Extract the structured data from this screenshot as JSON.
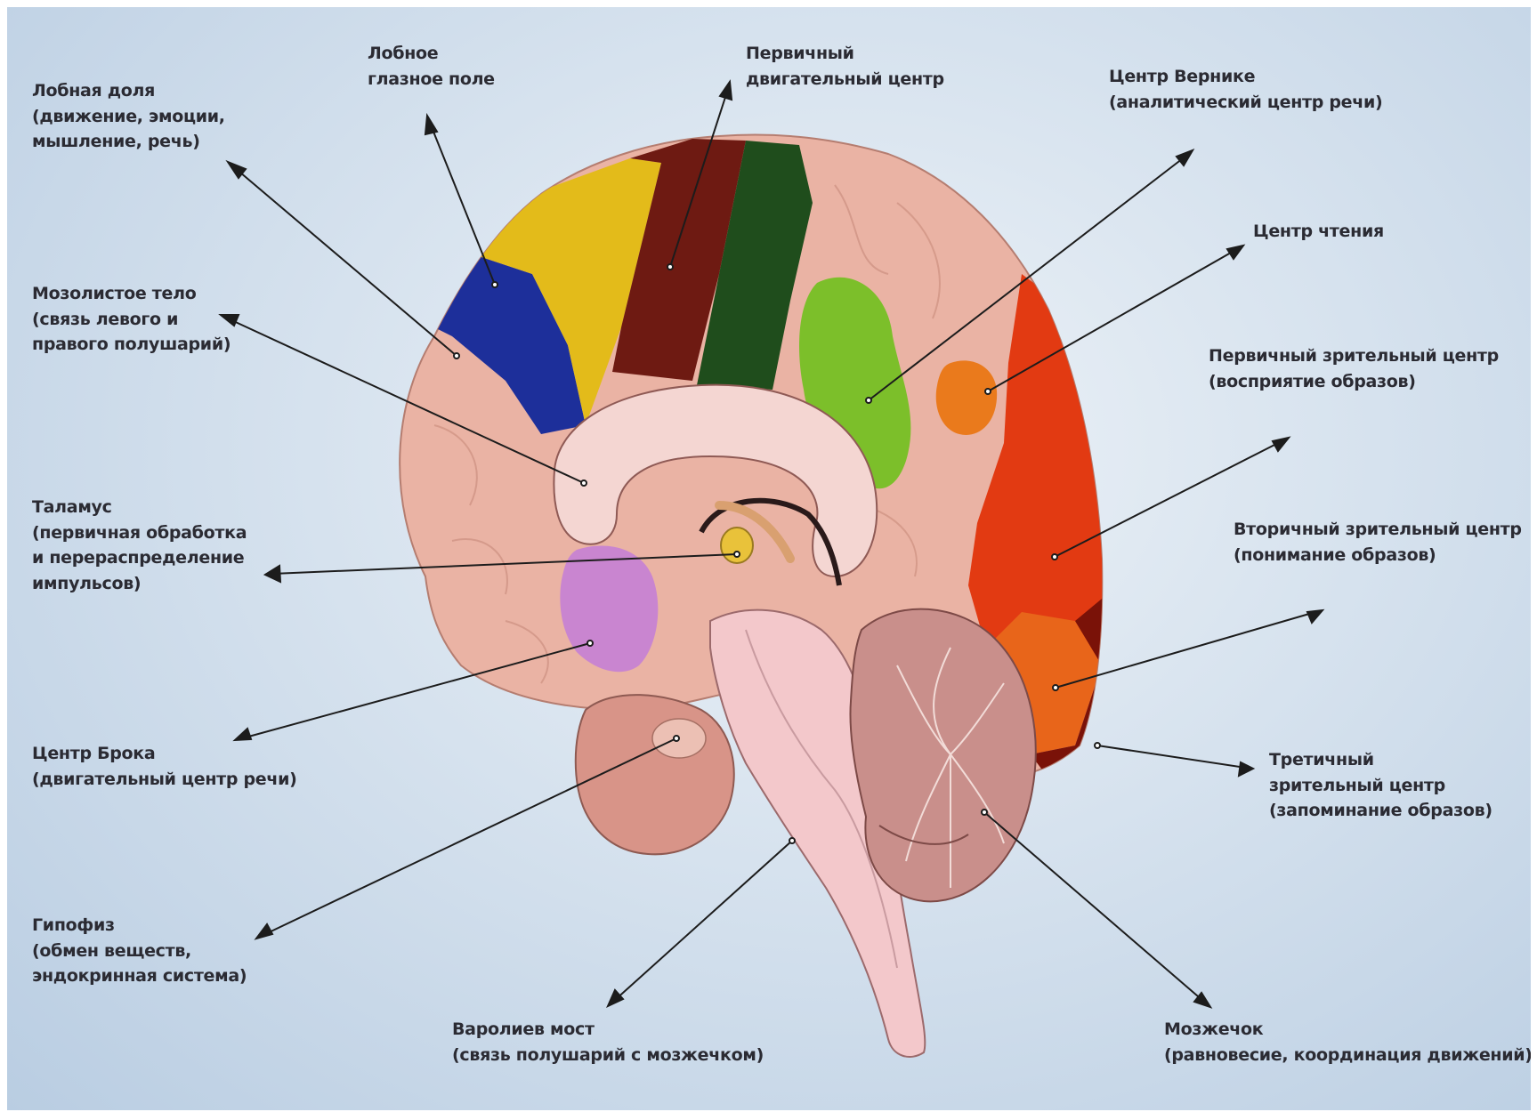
{
  "labels": {
    "frontal_lobe": {
      "lines": [
        "Лобная доля",
        "(движение, эмоции,",
        "мышление, речь)"
      ]
    },
    "frontal_eye_field": {
      "lines": [
        "Лобное",
        "глазное поле"
      ]
    },
    "primary_motor": {
      "lines": [
        "Первичный",
        "двигательный центр"
      ]
    },
    "wernicke": {
      "lines": [
        "Центр Вернике",
        "(аналитический центр речи)"
      ]
    },
    "reading": {
      "lines": [
        "Центр чтения"
      ]
    },
    "corpus_callosum": {
      "lines": [
        "Мозолистое тело",
        "(связь левого и",
        "правого полушарий)"
      ]
    },
    "primary_visual": {
      "lines": [
        "Первичный зрительный центр",
        "(восприятие образов)"
      ]
    },
    "thalamus": {
      "lines": [
        "Таламус",
        "(первичная обработка",
        "и перераспределение",
        "импульсов)"
      ]
    },
    "secondary_visual": {
      "lines": [
        "Вторичный зрительный центр",
        "(понимание образов)"
      ]
    },
    "broca": {
      "lines": [
        "Центр Брока",
        "(двигательный центр речи)"
      ]
    },
    "tertiary_visual": {
      "lines": [
        "Третичный",
        "зрительный центр",
        "(запоминание образов)"
      ]
    },
    "pituitary": {
      "lines": [
        "Гипофиз",
        "(обмен веществ,",
        "эндокринная система)"
      ]
    },
    "pons": {
      "lines": [
        "Варолиев мост",
        "(связь полушарий с мозжечком)"
      ]
    },
    "cerebellum": {
      "lines": [
        "Мозжечок",
        "(равновесие, координация движений)"
      ]
    }
  },
  "colors": {
    "brain_base": "#eab3a4",
    "frontal_eye_field": "#1d2f9a",
    "premotor_yellow": "#e3bb1a",
    "primary_motor": "#6e1a12",
    "somatosensory": "#1f4d1c",
    "wernicke": "#7cbf2a",
    "reading": "#ea7a1c",
    "visual_primary": "#e23a12",
    "visual_secondary": "#e8651a",
    "visual_tertiary": "#7a1208",
    "broca": "#c985d0",
    "thalamus": "#e9c23a",
    "callosum": "#f4d6d2",
    "brainstem": "#f3c8cb",
    "cerebellum": "#c98f8b",
    "arrow": "#1c1c1c"
  }
}
